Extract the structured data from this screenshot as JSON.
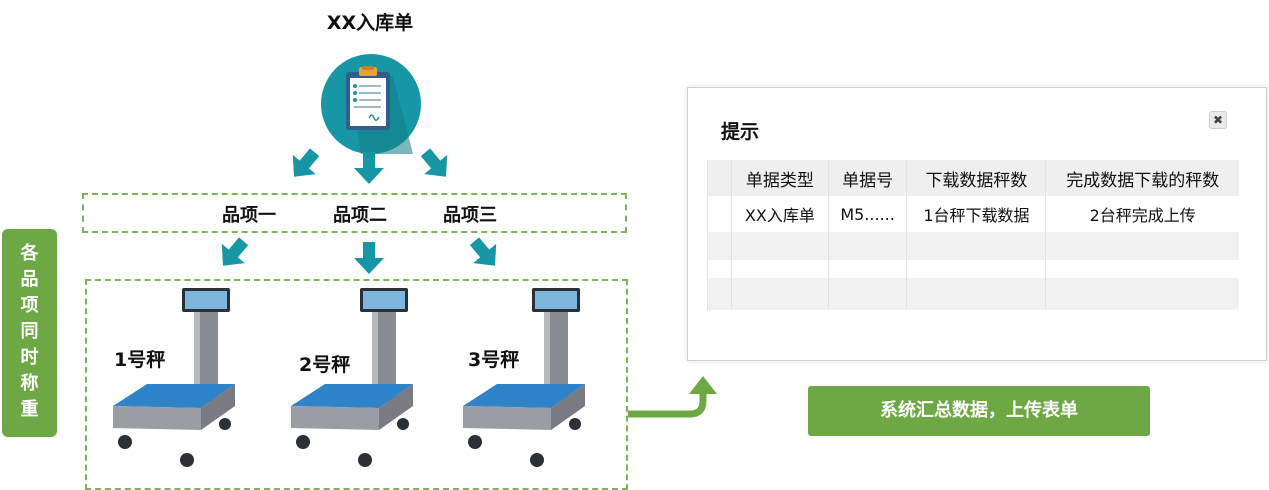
{
  "diagram": {
    "title": "XX入库单",
    "doc_icon": "clipboard-document-icon",
    "items": [
      "品项一",
      "品项二",
      "品项三"
    ],
    "scales": [
      "1号秤",
      "2号秤",
      "3号秤"
    ],
    "side_label": [
      "各",
      "品",
      "项",
      "同",
      "时",
      "称",
      "重"
    ],
    "colors": {
      "teal": "#1797a5",
      "green": "#6ea845",
      "dash": "#7fb35a"
    }
  },
  "dialog": {
    "title": "提示",
    "close_icon": "close-icon",
    "headers": [
      "",
      "单据类型",
      "单据号",
      "下载数据秤数",
      "完成数据下载的秤数"
    ],
    "rows": [
      [
        "",
        "XX入库单",
        "M5......",
        "1台秤下载数据",
        "2台秤完成上传"
      ],
      [
        "",
        "",
        "",
        "",
        ""
      ],
      [
        "",
        "",
        "",
        "",
        ""
      ],
      [
        "",
        "",
        "",
        "",
        ""
      ]
    ]
  },
  "footer": {
    "upload_label": "系统汇总数据，上传表单"
  }
}
